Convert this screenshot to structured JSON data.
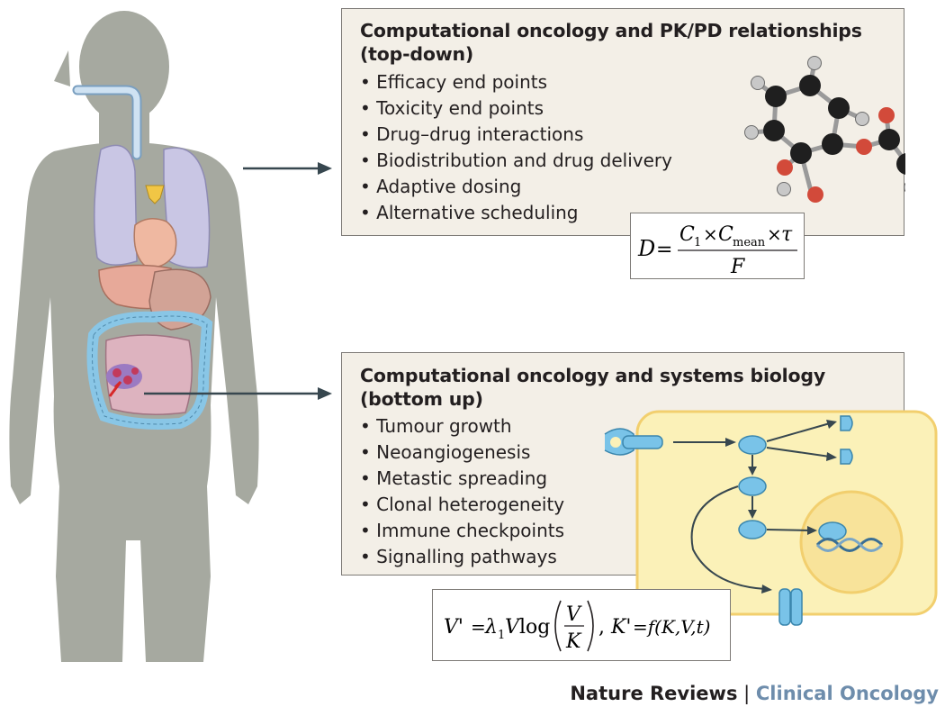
{
  "top_panel": {
    "title_line1": "Computational oncology and PK/PD relationships",
    "title_line2": "(top-down)",
    "bullets": [
      "Efficacy end points",
      "Toxicity end points",
      "Drug–drug interactions",
      "Biodistribution and drug delivery",
      "Adaptive dosing",
      "Alternative scheduling"
    ]
  },
  "bottom_panel": {
    "title_line1": "Computational oncology and systems biology",
    "title_line2": "(bottom up)",
    "bullets": [
      "Tumour growth",
      "Neoangiogenesis",
      "Metastic spreading",
      "Clonal heterogeneity",
      "Immune checkpoints",
      "Signalling pathways"
    ]
  },
  "dose_formula": {
    "lhs": "D",
    "equals": "=",
    "c1": "C",
    "c1_sub": "1",
    "times": "×",
    "cmean": "C",
    "cmean_sub": "mean",
    "tau": "τ",
    "denominator": "F"
  },
  "growth_formula": {
    "lhs": "V'",
    "equals": "=",
    "lambda": "λ",
    "lambda_sub": "1",
    "v": "V",
    "log": "log",
    "frac_num": "V",
    "frac_den": "K",
    "comma": ",",
    "k_prime": "K'",
    "rhs2": "=f(K,V,t)"
  },
  "footer": {
    "journal": "Nature Reviews",
    "separator": " | ",
    "subject": "Clinical Oncology"
  },
  "colors": {
    "body_silhouette": "#a6a9a0",
    "panel_fill": "#f3efe7",
    "panel_border": "#7d7a76",
    "arrow": "#37474f",
    "cell_fill": "#fbf1b8",
    "cell_border": "#f2cf6e",
    "nucleus_fill": "#f8e39a",
    "protein": "#79c3e8",
    "carbon": "#1f1f1f",
    "oxygen": "#d24a3a",
    "hydrogen": "#c8c8c8",
    "subject_color": "#6e8dac"
  }
}
